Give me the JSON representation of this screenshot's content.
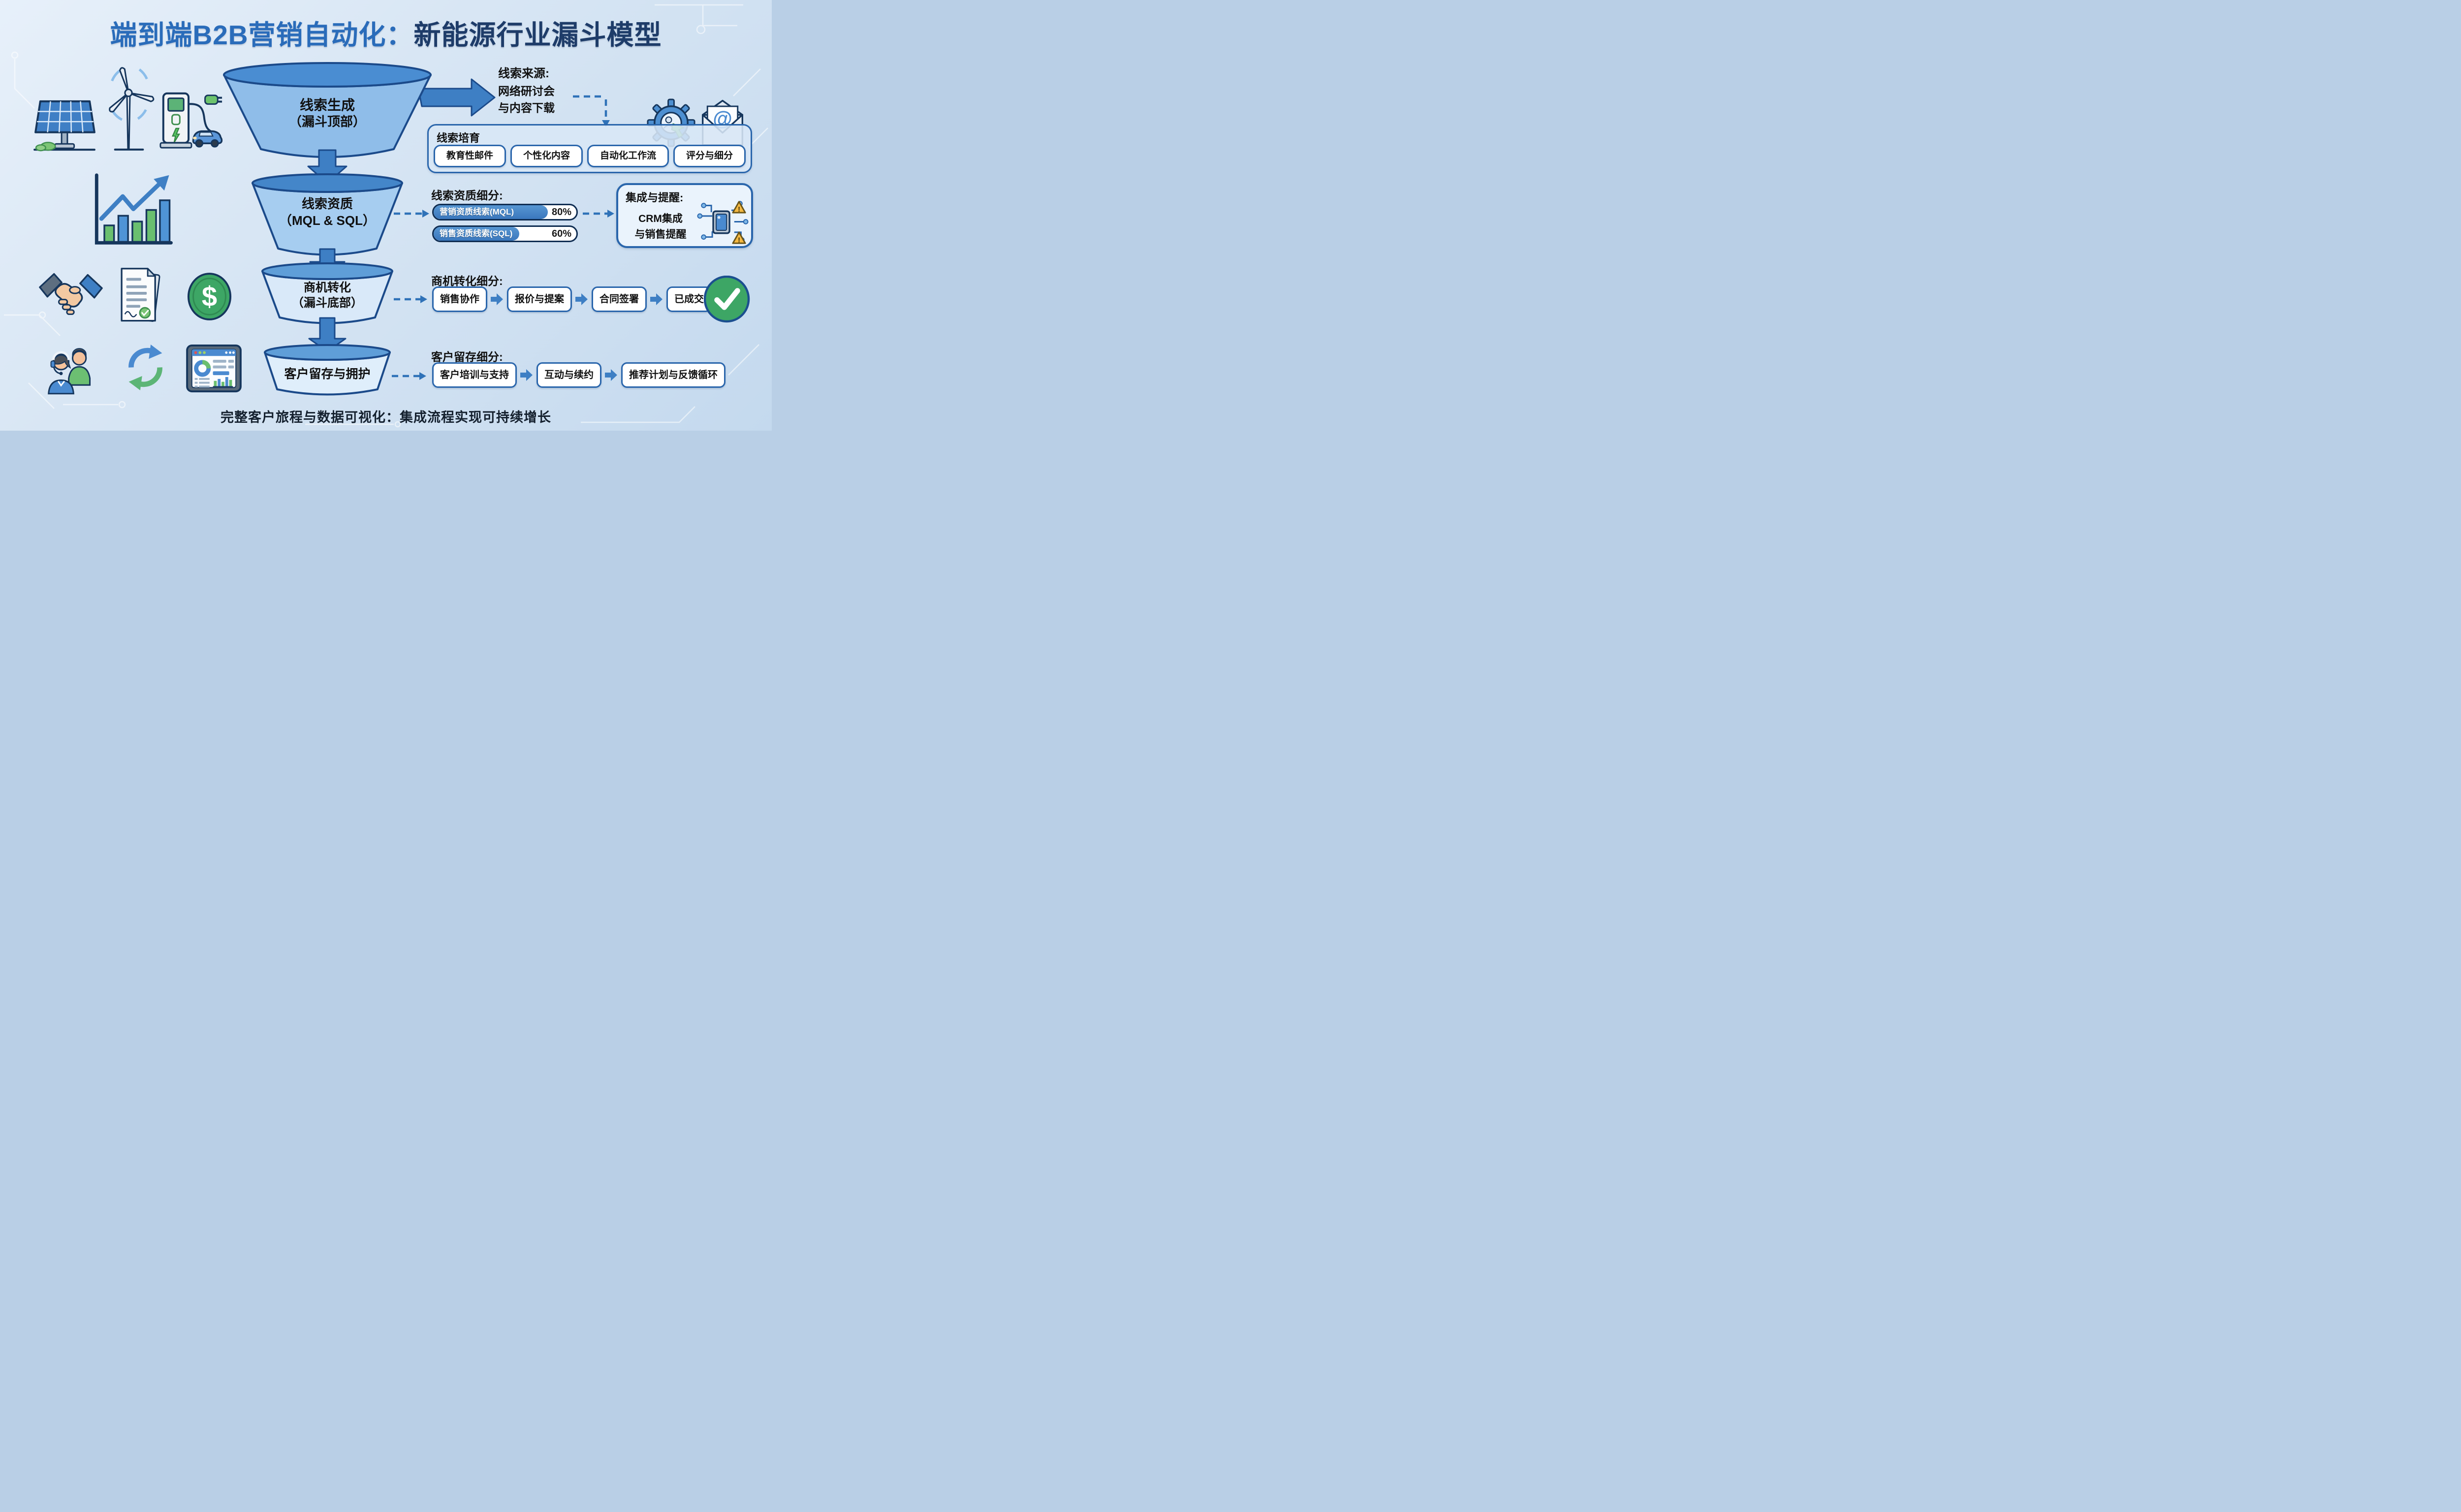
{
  "title": {
    "part1": "端到端B2B营销自动化：",
    "part2": "新能源行业漏斗模型"
  },
  "funnel": {
    "stages": [
      {
        "line1": "线索生成",
        "line2": "（漏斗顶部）"
      },
      {
        "line1": "线索资质",
        "line2": "（MQL & SQL）"
      },
      {
        "line1": "商机转化",
        "line2": "（漏斗底部）"
      },
      {
        "line1": "客户留存与拥护",
        "line2": ""
      }
    ]
  },
  "lead_source": {
    "title": "线索来源:",
    "line1": "网络研讨会",
    "line2": "与内容下载"
  },
  "nurture": {
    "title": "线索培育",
    "items": [
      "教育性邮件",
      "个性化内容",
      "自动化工作流",
      "评分与细分"
    ]
  },
  "qualification": {
    "title": "线索资质细分:",
    "bars": [
      {
        "label": "营销资质线索(MQL)",
        "value": "80%",
        "pct": 80
      },
      {
        "label": "销售资质线索(SQL)",
        "value": "60%",
        "pct": 60
      }
    ]
  },
  "integration": {
    "title": "集成与提醒:",
    "line1": "CRM集成",
    "line2": "与销售提醒"
  },
  "conversion": {
    "title": "商机转化细分:",
    "steps": [
      "销售协作",
      "报价与提案",
      "合同签署",
      "已成交"
    ]
  },
  "retention": {
    "title": "客户留存细分:",
    "steps": [
      "客户培训与支持",
      "互动与续约",
      "推荐计划与反馈循环"
    ]
  },
  "footer": {
    "caption": "完整客户旅程与数据可视化：集成流程实现可持续增长"
  },
  "icons": {
    "dollar": "$",
    "at": "@",
    "exclamation": "!"
  },
  "colors": {
    "title_primary": "#2a6cba",
    "title_dark": "#1e3c69",
    "funnel_fill_top": "#8fbde9",
    "funnel_fill_light": "#dcebfa",
    "funnel_opening": "#4a8dd2",
    "outline": "#1b4a8a",
    "arrow_blue": "#3e7fc4",
    "dashed_blue": "#2f72b8",
    "bar_fill": "#3d7ec7",
    "box_border": "#2a66ac",
    "success_green": "#3da665",
    "warning_orange": "#f5b942",
    "text_dark": "#111111"
  }
}
